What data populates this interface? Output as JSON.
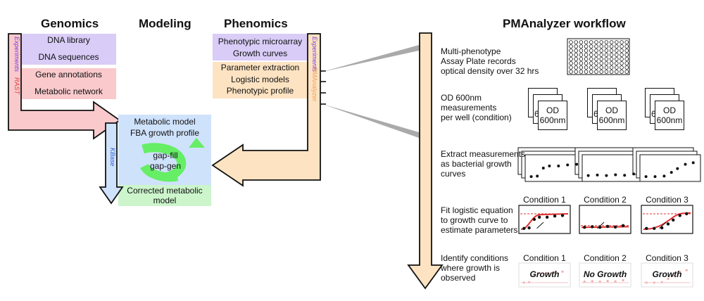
{
  "headers": {
    "genomics": "Genomics",
    "modeling": "Modeling",
    "phenomics": "Phenomics",
    "workflow": "PMAnalyzer workflow"
  },
  "genomics": {
    "items": [
      "DNA library",
      "DNA sequences",
      "Gene annotations",
      "Metabolic network"
    ],
    "side_label_1": "Experiments",
    "side_label_2": "RAST"
  },
  "phenomics": {
    "items": [
      "Phenotypic microarray",
      "Growth curves",
      "Parameter extraction",
      "Logistic models",
      "Phenotypic profile"
    ],
    "side_label_1": "Experiments",
    "side_label_2": "PMAnalyzer"
  },
  "modeling": {
    "model_line1": "Metabolic model",
    "model_line2": "FBA growth profile",
    "cycle_line1": "gap-fill",
    "cycle_line2": "gap-gen",
    "corrected_line1": "Corrected metabolic",
    "corrected_line2": "model",
    "side_label": "KBase"
  },
  "workflow": {
    "steps": [
      [
        "Multi-phenotype",
        "Assay Plate records",
        "optical density over 32 hrs"
      ],
      [
        "OD 600nm",
        "measurements",
        "per well (condition)"
      ],
      [
        "Extract measurements",
        "as bacterial growth",
        "curves"
      ],
      [
        "Fit logistic equation",
        "to growth curve to",
        "estimate parameters"
      ],
      [
        "Identify conditions",
        "where growth is",
        "observed"
      ]
    ],
    "od_card_line1": "OD",
    "od_card_line2": "600nm",
    "od_peek": "60",
    "conditions": [
      "Condition 1",
      "Condition 2",
      "Condition 3"
    ],
    "outcomes": [
      "Growth",
      "No Growth",
      "Growth"
    ]
  },
  "colors": {
    "purple": "#d9ccf7",
    "pink": "#f9c9cc",
    "peach": "#fde3c2",
    "blue": "#cfe2fb",
    "green": "#ccf5cc",
    "cycle": "#66ee66",
    "side_purple": "#7a3fe0",
    "side_red": "#e04040",
    "side_orange": "#f0a060",
    "side_blue": "#3060d0"
  },
  "curves": {
    "panel1": [
      [
        0.1,
        0.82
      ],
      [
        0.2,
        0.8
      ],
      [
        0.3,
        0.5
      ],
      [
        0.4,
        0.42
      ],
      [
        0.55,
        0.42
      ],
      [
        0.7,
        0.38
      ],
      [
        0.85,
        0.36
      ]
    ],
    "panel2": [
      [
        0.1,
        0.78
      ],
      [
        0.25,
        0.76
      ],
      [
        0.4,
        0.78
      ],
      [
        0.55,
        0.75
      ],
      [
        0.7,
        0.77
      ],
      [
        0.85,
        0.72
      ]
    ],
    "panel3": [
      [
        0.1,
        0.82
      ],
      [
        0.25,
        0.82
      ],
      [
        0.4,
        0.8
      ],
      [
        0.52,
        0.66
      ],
      [
        0.62,
        0.52
      ],
      [
        0.75,
        0.36
      ],
      [
        0.88,
        0.3
      ]
    ]
  }
}
